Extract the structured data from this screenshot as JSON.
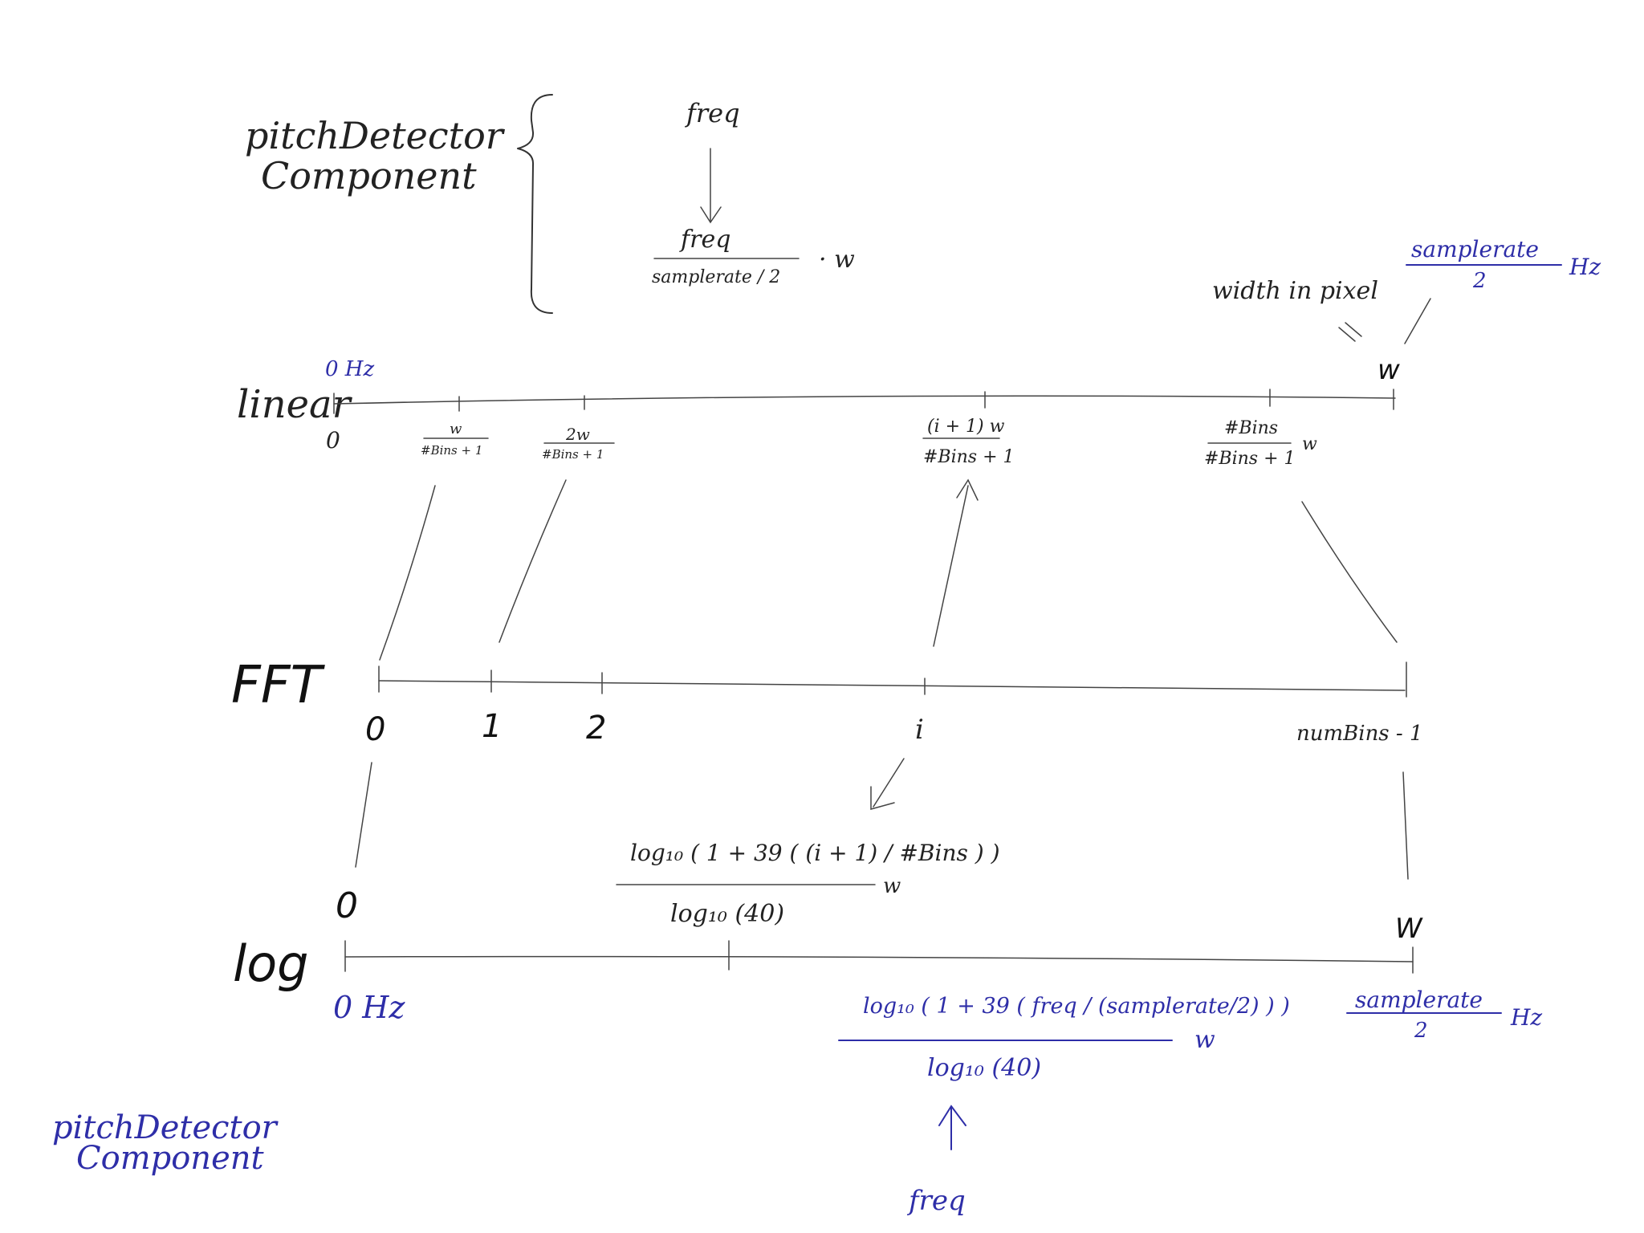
{
  "top_note": {
    "component_line1": "pitchDetector",
    "component_line2": "Component",
    "freq": "freq",
    "formula_num": "freq",
    "formula_den": "samplerate / 2",
    "formula_mul": "· w"
  },
  "width_note": {
    "width_in_pixel": "width in pixel",
    "equals": "=",
    "sr_num": "samplerate",
    "sr_den": "2",
    "sr_unit": "Hz",
    "w": "w"
  },
  "linear_axis": {
    "name": "linear",
    "zero_hz": "0 Hz",
    "tick0": "0",
    "tick1_num": "w",
    "tick1_den": "#Bins + 1",
    "tick2_num": "2w",
    "tick2_den": "#Bins + 1",
    "ticki_num": "(i + 1) w",
    "ticki_den": "#Bins + 1",
    "tickn_num": "#Bins",
    "tickn_den": "#Bins + 1",
    "tickn_mul": "w"
  },
  "fft_axis": {
    "name": "FFT",
    "tick0": "0",
    "tick1": "1",
    "tick2": "2",
    "ticki": "i",
    "tickn": "numBins - 1"
  },
  "log_axis": {
    "name": "log",
    "top_zero": "0",
    "top_w": "W",
    "bin_formula_num": "log₁₀ ( 1 + 39 ( (i + 1) / #Bins ) )",
    "bin_formula_den": "log₁₀ (40)",
    "bin_formula_mul": "w",
    "zero_hz": "0 Hz",
    "freq_formula_num": "log₁₀ ( 1 + 39 ( freq / (samplerate/2) ) )",
    "freq_formula_den": "log₁₀ (40)",
    "freq_formula_mul": "w",
    "sr_num": "samplerate",
    "sr_den": "2",
    "sr_unit": "Hz",
    "freq_arrow_label": "freq"
  },
  "bottom_note": {
    "line1": "pitchDetector",
    "line2": "Component"
  }
}
